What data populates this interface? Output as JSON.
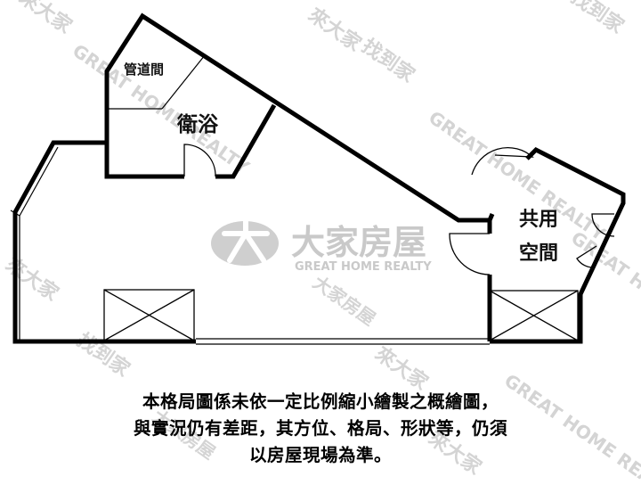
{
  "rooms": {
    "pipe_shaft": "管道間",
    "bathroom": "衛浴",
    "shared_line1": "共用",
    "shared_line2": "空間"
  },
  "watermark": {
    "brand_cn": "大家房屋",
    "brand_en": "GREAT HOME REALTY",
    "repeat_cn_a": "來大家",
    "repeat_cn_b": "找到家",
    "repeat_cn_c": "大家房屋"
  },
  "disclaimer": {
    "line1": "本格局圖係未依一定比例縮小繪製之概繪圖，",
    "line2": "與實況仍有差距，其方位、格局、形狀等，仍須",
    "line3": "以房屋現場為準。"
  },
  "colors": {
    "wall": "#000000",
    "watermark": "#c9c9c9",
    "background": "#ffffff"
  }
}
